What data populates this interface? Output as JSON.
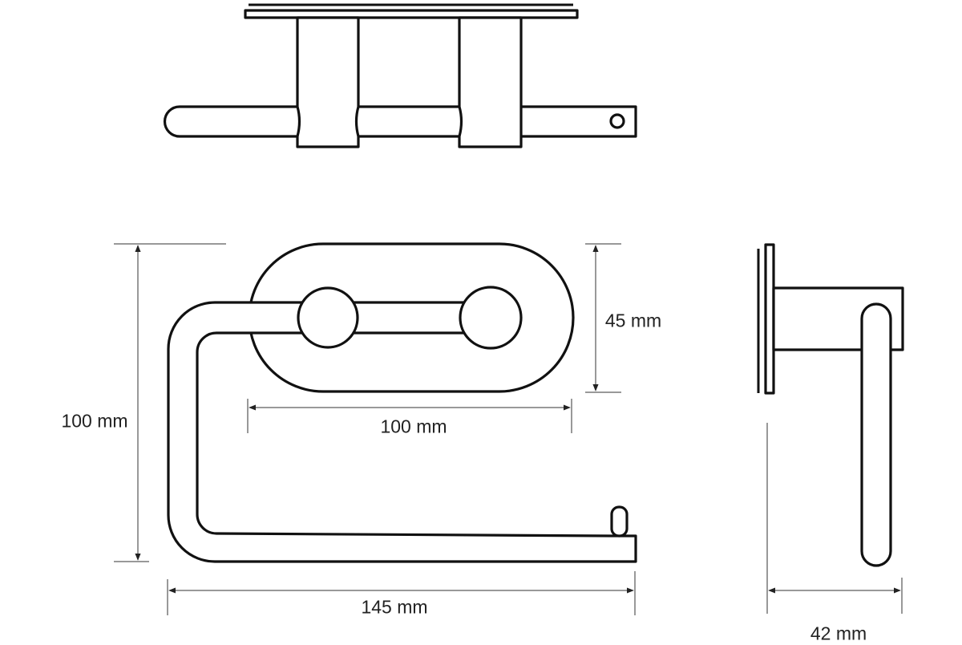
{
  "dimensions": {
    "height_overall": "100 mm",
    "plate_height": "45 mm",
    "plate_width": "100 mm",
    "width_overall": "145 mm",
    "depth": "42 mm"
  },
  "colors": {
    "line": "#111111",
    "background": "#ffffff"
  }
}
